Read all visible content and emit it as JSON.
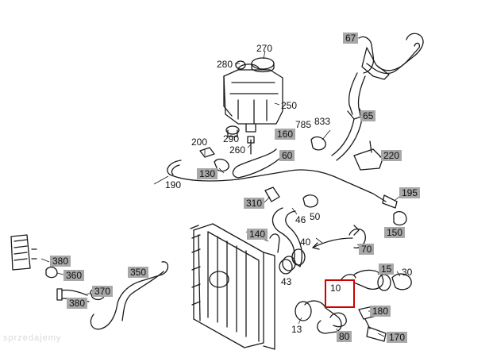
{
  "callouts": {
    "c270": "270",
    "c280": "280",
    "c250": "250",
    "c785": "785",
    "c833": "833",
    "c290": "290",
    "c200": "200",
    "c260": "260",
    "c190": "190",
    "c46": "46",
    "c50": "50",
    "c40": "40",
    "c43": "43",
    "c30": "30",
    "c13": "13",
    "c10": "10"
  },
  "boxed_callouts": {
    "b67": "67",
    "b65": "65",
    "b160": "160",
    "b60": "60",
    "b130": "130",
    "b220": "220",
    "b195": "195",
    "b310": "310",
    "b150": "150",
    "b140": "140",
    "b70": "70",
    "b15": "15",
    "b380a": "380",
    "b360": "360",
    "b350": "350",
    "b370": "370",
    "b380b": "380",
    "b180": "180",
    "b80": "80",
    "b170": "170"
  },
  "watermark": "sprzedajemy",
  "colors": {
    "line": "#1a1a1a",
    "label_box": "#a8a8a8",
    "highlight": "#d10000"
  }
}
